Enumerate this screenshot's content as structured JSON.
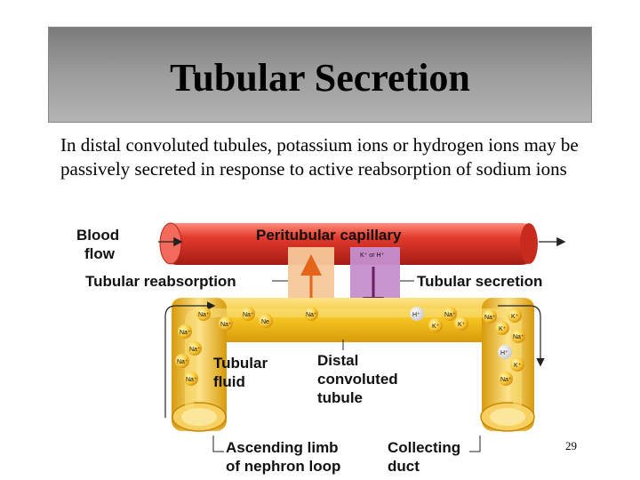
{
  "slide": {
    "title": "Tubular Secretion",
    "body": "In distal convoluted tubules, potassium ions or hydrogen ions may be passively secreted in response to active reabsorption of sodium ions",
    "page_number": "29"
  },
  "diagram": {
    "blood_flow": [
      "Blood",
      "flow"
    ],
    "capillary": "Peritubular capillary",
    "secretion_ion_label": "K⁺ or H⁺",
    "tubular_reabsorption": "Tubular reabsorption",
    "tubular_secretion": "Tubular secretion",
    "tubular_fluid": [
      "Tubular",
      "fluid"
    ],
    "distal_tubule": [
      "Distal",
      "convoluted",
      "tubule"
    ],
    "ascending_limb": [
      "Ascending limb",
      "of nephron loop"
    ],
    "collecting_duct": [
      "Collecting",
      "duct"
    ],
    "ions": {
      "na": "Na⁺",
      "k": "K⁺",
      "h": "H⁺",
      "ne": "Ne"
    }
  },
  "colors": {
    "capillary": "#e0372c",
    "tubule": "#f3c21e",
    "reabsorption_channel": "#f5c79a",
    "secretion_channel": "#c58fcf"
  }
}
